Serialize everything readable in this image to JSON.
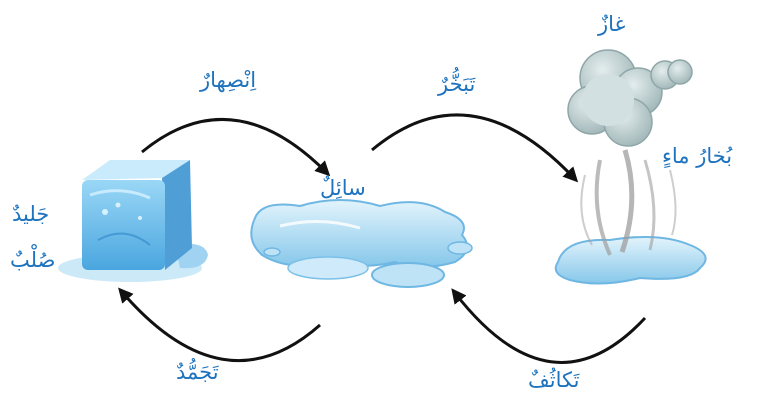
{
  "labels": {
    "gas": "غازٌ",
    "water_vapor": "بُخارُ ماءٍ",
    "melting": "اِنْصِهارٌ",
    "evaporation": "تَبَخُّرٌ",
    "liquid": "سائِلٌ",
    "ice": "جَليدٌ",
    "solid": "صُلْبٌ",
    "freezing": "تَجَمُّدٌ",
    "condensation": "تَكاثُفٌ"
  },
  "colors": {
    "label_text": "#1e73be",
    "arrow": "#111111",
    "water_light": "#d6eefa",
    "water_mid": "#8ccbec",
    "water_dark": "#3f9bd6",
    "ice_face": "#7ec8f2",
    "ice_top": "#c3e8fb",
    "cloud": "#b8cacb",
    "cloud_dark": "#8fa6a8",
    "steam": "#9e9e9e"
  },
  "icons": [
    "ice-cube-icon",
    "water-puddle-icon",
    "steam-cloud-icon",
    "curved-arrow-icon"
  ]
}
